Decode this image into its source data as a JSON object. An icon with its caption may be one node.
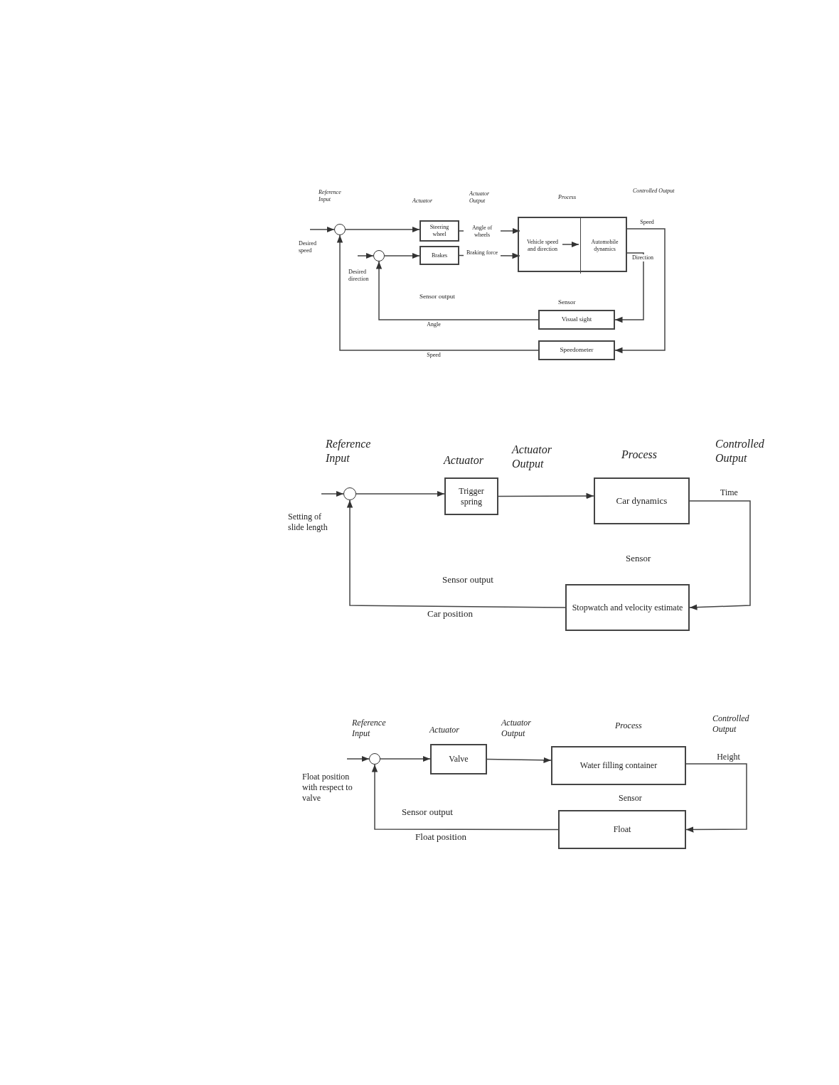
{
  "diagram": {
    "nodes": [
      {
        "text": [],
        "shape": "circle"
      },
      {
        "text": [],
        "shape": "circle"
      },
      {
        "text": [
          "Steering wheel"
        ]
      },
      {
        "text": [
          "Brakes"
        ]
      },
      {
        "text": [],
        "shape": "box"
      },
      {
        "text": [
          "Vehicle speed and direction"
        ],
        "in": 4
      },
      {
        "text": [
          "Automobile dynamics"
        ],
        "in": 4
      },
      {
        "text": [
          "Visual sight"
        ]
      },
      {
        "text": [
          "Speedometer"
        ]
      },
      {
        "text": [],
        "shape": "circle"
      },
      {
        "text": [
          "Trigger spring"
        ]
      },
      {
        "text": [
          "Car dynamics"
        ]
      },
      {
        "text": [
          "Stopwatch and velocity estimate"
        ]
      },
      {
        "text": [],
        "shape": "circle"
      },
      {
        "text": [
          "Valve"
        ]
      },
      {
        "text": [
          "Water filling container"
        ]
      },
      {
        "text": [
          "Float"
        ]
      }
    ],
    "edges": [
      {
        "from": null,
        "to": 0,
        "arrow": "to"
      },
      {
        "from": 0,
        "to": 2,
        "arrow": "to"
      },
      {
        "from": null,
        "to": 1,
        "arrow": "to"
      },
      {
        "from": 1,
        "to": 3,
        "arrow": "to"
      },
      {
        "from": 2,
        "to": 5,
        "arrow": "to",
        "label": "Angle of wheels"
      },
      {
        "from": 3,
        "to": 5,
        "arrow": "to",
        "label": "Braking force"
      },
      {
        "from": 5,
        "to": 6,
        "arrow": "to"
      },
      {
        "from": 6,
        "to": 8,
        "arrow": "to",
        "label": "Speed"
      },
      {
        "from": 6,
        "to": 7,
        "arrow": "to",
        "label": "Direction"
      },
      {
        "from": 7,
        "to": 1,
        "arrow": "to",
        "label": "Angle"
      },
      {
        "from": 8,
        "to": 0,
        "arrow": "to",
        "label": "Speed"
      },
      {
        "from": null,
        "to": 9,
        "arrow": "to"
      },
      {
        "from": 9,
        "to": 10,
        "arrow": "to"
      },
      {
        "from": 10,
        "to": 11,
        "arrow": "to"
      },
      {
        "from": 11,
        "to": 12,
        "arrow": "to",
        "label": "Time"
      },
      {
        "from": 12,
        "to": 9,
        "arrow": "to",
        "label": "Car position"
      },
      {
        "from": null,
        "to": 13,
        "arrow": "to"
      },
      {
        "from": 13,
        "to": 14,
        "arrow": "to"
      },
      {
        "from": 14,
        "to": 15,
        "arrow": "to"
      },
      {
        "from": 15,
        "to": 16,
        "arrow": "to",
        "label": "Height"
      },
      {
        "from": 16,
        "to": 13,
        "arrow": "to",
        "label": "Float position"
      }
    ],
    "labels": [
      "Reference Input",
      "Actuator",
      "Actuator Output",
      "Process",
      "Controlled Output",
      "Desired speed",
      "Desired direction",
      "Sensor output",
      "Sensor",
      "Reference Input",
      "Actuator",
      "Actuator Output",
      "Process",
      "Controlled Output",
      "Setting of slide length",
      "Sensor",
      "Sensor output",
      "Reference Input",
      "Actuator",
      "Actuator Output",
      "Process",
      "Controlled Output",
      "Float position with respect to valve",
      "Sensor",
      "Sensor output"
    ]
  }
}
